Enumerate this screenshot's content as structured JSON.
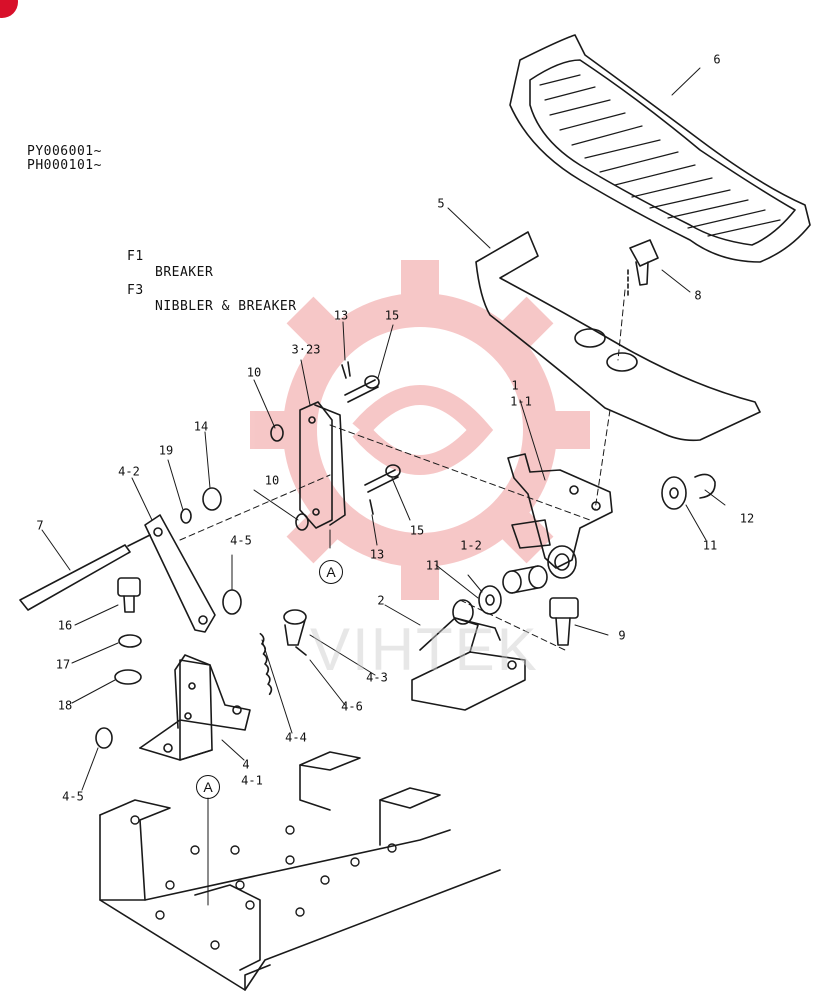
{
  "header": {
    "serial_1": "PY006001~",
    "serial_2": "PH000101~",
    "f1_code": "F1",
    "f1_text": "BREAKER",
    "f3_code": "F3",
    "f3_text": "NIBBLER & BREAKER"
  },
  "watermark_text": "VIHTEK",
  "colors": {
    "line": "#1a1a1a",
    "watermark": "#e23b3b",
    "corner_badge": "#d8102a"
  },
  "labels": {
    "p6": "6",
    "p5": "5",
    "p8": "8",
    "p1": "1",
    "p1_1": "1-1",
    "p12": "12",
    "p11a": "11",
    "p13a": "13",
    "p15a": "15",
    "p3_23": "3·23",
    "p10a": "10",
    "p10b": "10",
    "p15b": "15",
    "p13b": "13",
    "p14": "14",
    "p19": "19",
    "p4_2": "4-2",
    "p7": "7",
    "p16": "16",
    "p4_5a": "4-5",
    "p17": "17",
    "p18": "18",
    "p4_5b": "4-5",
    "p1_2": "1-2",
    "p11b": "11",
    "p2": "2",
    "p9": "9",
    "p4_3": "4-3",
    "p4_6": "4-6",
    "p4_4": "4-4",
    "p4": "4",
    "p4_1": "4-1"
  },
  "callouts": {
    "a_upper": "A",
    "a_lower": "A"
  }
}
